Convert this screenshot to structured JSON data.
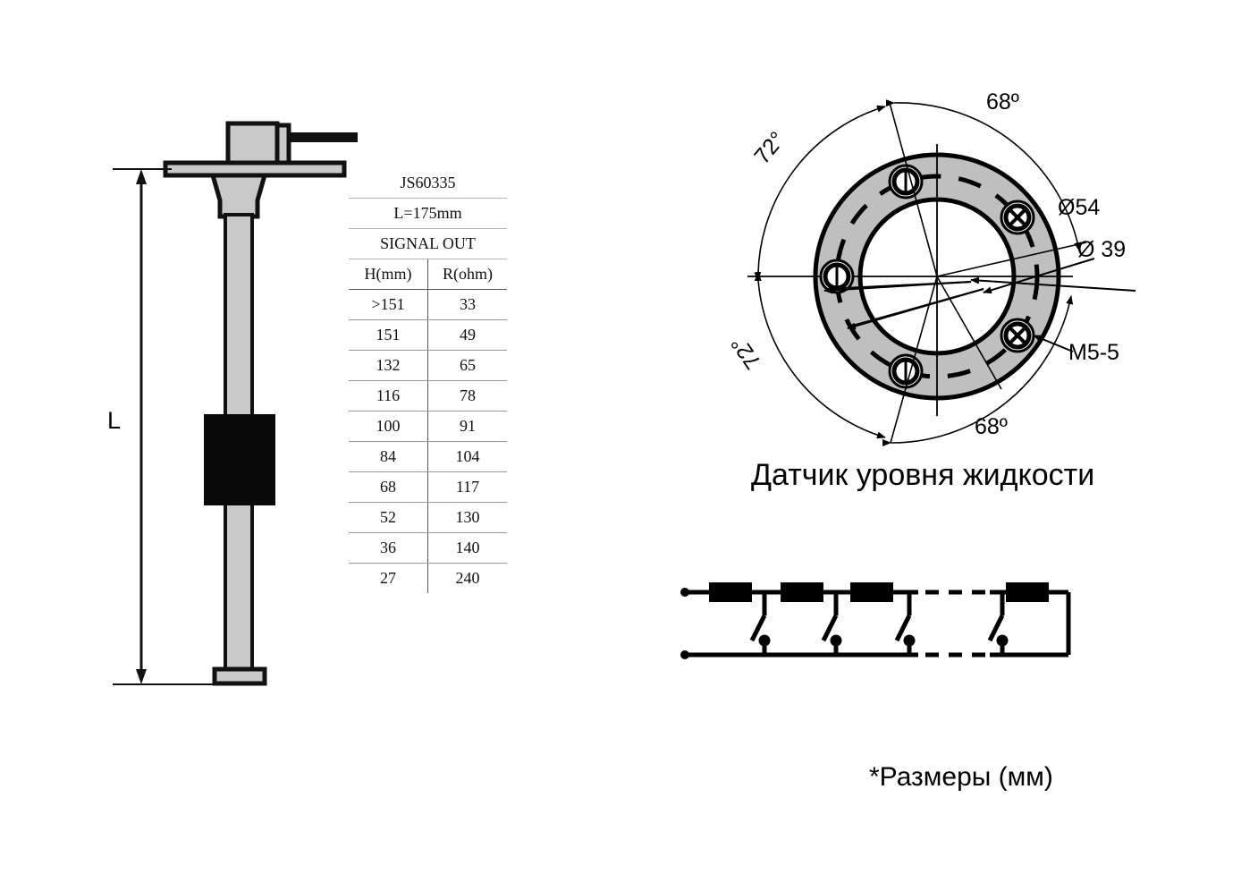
{
  "document": {
    "type": "technical-drawing",
    "title": "Датчик уровня жидкости",
    "units_note": "*Размеры (мм)"
  },
  "probe": {
    "dimension_label": "L",
    "float_name": "float",
    "cable_name": "cable"
  },
  "spec_table": {
    "model": "JS60335",
    "length": "L=175mm",
    "signal": "SIGNAL OUT",
    "headers": [
      "H(mm)",
      "R(ohm)"
    ],
    "rows": [
      [
        ">151",
        "33"
      ],
      [
        "151",
        "49"
      ],
      [
        "132",
        "65"
      ],
      [
        "116",
        "78"
      ],
      [
        "100",
        "91"
      ],
      [
        "84",
        "104"
      ],
      [
        "68",
        "117"
      ],
      [
        "52",
        "130"
      ],
      [
        "36",
        "140"
      ],
      [
        "27",
        "240"
      ]
    ]
  },
  "flange": {
    "angles": {
      "top_right": "68º",
      "top_left": "72°",
      "bottom_left": "72°",
      "bottom_right": "68º"
    },
    "diameters": {
      "bolt_circle": "Ø54",
      "bore": "Ø 39"
    },
    "thread": "M5-5",
    "bolt_hole_count": 5
  },
  "circuit": {
    "resistor_count": 4,
    "switch_count": 4,
    "ellipsis": "dashed-break"
  },
  "chart_data": {
    "type": "table",
    "title": "SIGNAL OUT",
    "categories": [
      ">151",
      "151",
      "132",
      "116",
      "100",
      "84",
      "68",
      "52",
      "36",
      "27"
    ],
    "series": [
      {
        "name": "R(ohm)",
        "values": [
          33,
          49,
          65,
          78,
          91,
          104,
          117,
          130,
          140,
          240
        ]
      }
    ],
    "xlabel": "H(mm)",
    "ylabel": "R(ohm)"
  }
}
